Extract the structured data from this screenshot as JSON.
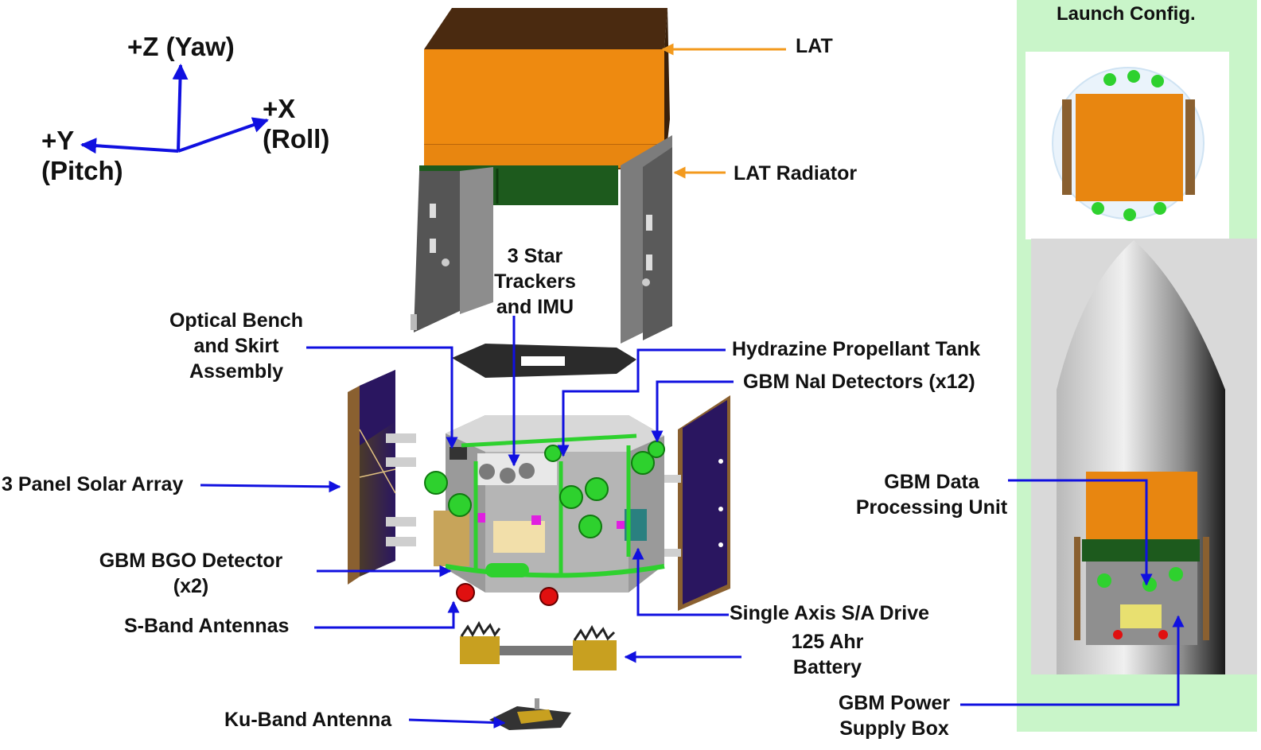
{
  "axes": {
    "z": [
      "+Z (Yaw)"
    ],
    "x": [
      "+X",
      "(Roll)"
    ],
    "y": [
      "+Y",
      "(Pitch)"
    ]
  },
  "launch": {
    "title": "Launch Config."
  },
  "labels": {
    "lat": [
      "LAT"
    ],
    "lat_radiator": [
      "LAT Radiator"
    ],
    "star_trackers": [
      "3 Star",
      "Trackers",
      "and IMU"
    ],
    "optical_bench": [
      "Optical Bench",
      "and Skirt",
      "Assembly"
    ],
    "hydrazine": [
      "Hydrazine Propellant Tank"
    ],
    "gbm_nai": [
      "GBM NaI Detectors (x12)"
    ],
    "solar_array": [
      "3 Panel Solar Array"
    ],
    "gbm_bgo": [
      "GBM BGO Detector",
      "(x2)"
    ],
    "s_band": [
      "S-Band Antennas"
    ],
    "single_axis": [
      "Single Axis S/A Drive"
    ],
    "battery": [
      "125 Ahr",
      "Battery"
    ],
    "ku_band": [
      "Ku-Band Antenna"
    ],
    "gbm_dpu": [
      "GBM Data",
      "Processing Unit"
    ],
    "gbm_psb": [
      "GBM Power",
      "Supply Box"
    ]
  },
  "colors": {
    "leader_blue": "#1010e0",
    "leader_orange": "#f39a1e",
    "lat_orange": "#ee8a10",
    "lat_dark": "#4a2a10",
    "radiator_green": "#1d5a1d",
    "detector_green": "#2ed12e",
    "launch_bg": "#c9f5c9",
    "solar_panel": "#2a1660"
  }
}
